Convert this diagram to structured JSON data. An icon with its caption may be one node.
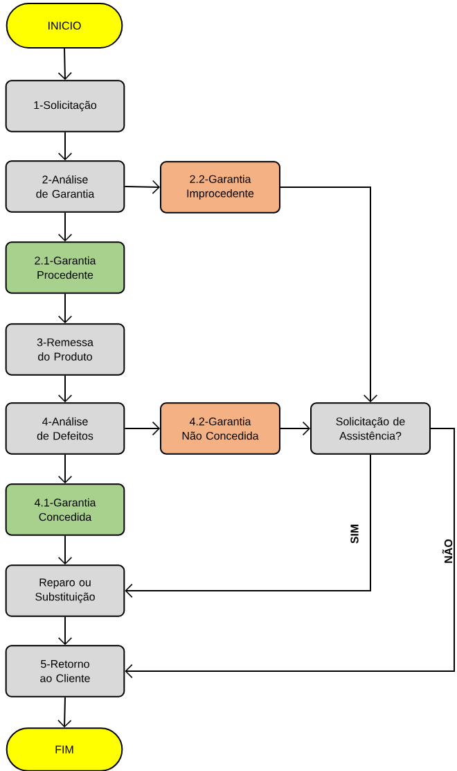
{
  "diagram": {
    "nodes": [
      {
        "text": [
          "INICIO"
        ]
      },
      {
        "text": [
          "1-Solicitação"
        ]
      },
      {
        "text": [
          "2-Análise de Garantia"
        ]
      },
      {
        "text": [
          "2.2-Garantia Improcedente"
        ]
      },
      {
        "text": [
          "2.1-Garantia Procedente"
        ]
      },
      {
        "text": [
          "3-Remessa do Produto"
        ]
      },
      {
        "text": [
          "4-Análise de Defeitos"
        ]
      },
      {
        "text": [
          "4.2-Garantia Não Concedida"
        ]
      },
      {
        "text": [
          "Solicitação de Assistência?"
        ]
      },
      {
        "text": [
          "4.1-Garantia Concedida"
        ]
      },
      {
        "text": [
          "Reparo ou Substituição"
        ]
      },
      {
        "text": [
          "5-Retorno ao Cliente"
        ]
      },
      {
        "text": [
          "FIM"
        ]
      }
    ],
    "edges": [
      {
        "from": 0,
        "to": 1,
        "arrow": "to"
      },
      {
        "from": 1,
        "to": 2,
        "arrow": "to"
      },
      {
        "from": 2,
        "to": 3,
        "arrow": "to"
      },
      {
        "from": 2,
        "to": 4,
        "arrow": "to"
      },
      {
        "from": 4,
        "to": 5,
        "arrow": "to"
      },
      {
        "from": 5,
        "to": 6,
        "arrow": "to"
      },
      {
        "from": 6,
        "to": 7,
        "arrow": "to"
      },
      {
        "from": 7,
        "to": 8,
        "arrow": "to"
      },
      {
        "from": 3,
        "to": 8,
        "arrow": "to"
      },
      {
        "from": 6,
        "to": 9,
        "arrow": "to"
      },
      {
        "from": 9,
        "to": 10,
        "arrow": "to"
      },
      {
        "from": 8,
        "to": 10,
        "arrow": "to",
        "label": "SIM"
      },
      {
        "from": 10,
        "to": 11,
        "arrow": "to"
      },
      {
        "from": 8,
        "to": 11,
        "arrow": "to",
        "label": "NÃO"
      },
      {
        "from": 11,
        "to": 12,
        "arrow": "to"
      }
    ]
  }
}
